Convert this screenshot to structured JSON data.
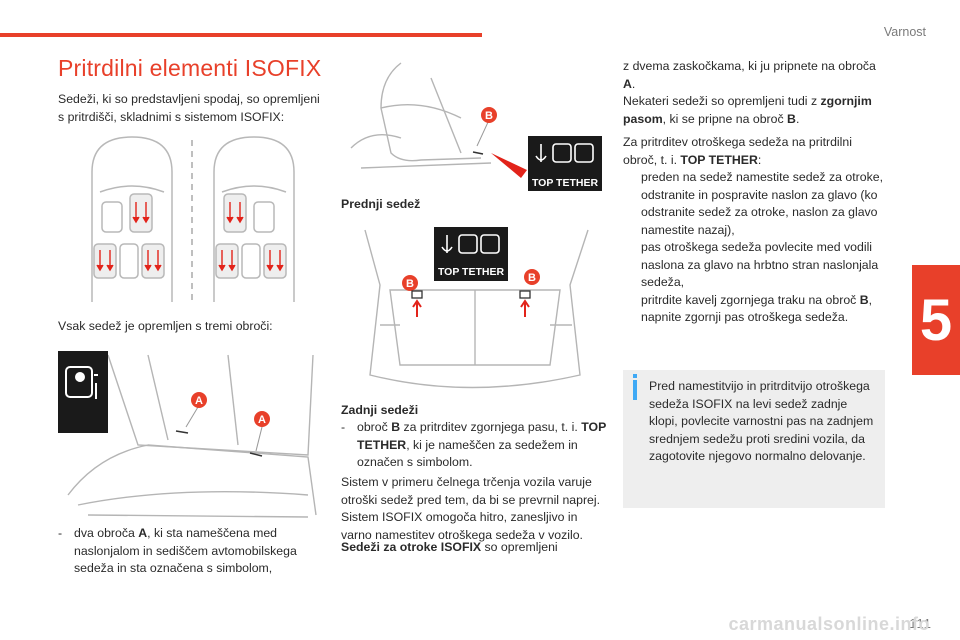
{
  "header": {
    "section": "Varnost",
    "chapter": "5",
    "page_number": "111"
  },
  "title": "Pritrdilni elementi ISOFIX",
  "col1": {
    "intro": "Sedeži, ki so predstavljeni spodaj, so opremljeni s pritrdišči, skladnimi s sistemom ISOFIX:",
    "rings_line": "Vsak sedež je opremljen s tremi obroči:",
    "item_a_1": "dva obroča ",
    "item_a_bold": "A",
    "item_a_2": ", ki sta nameščena med naslonjalom in sediščem avtomobilskega sedeža in sta označena s simbolom,"
  },
  "col2": {
    "front_label": "Prednji sedež",
    "rear_label": "Zadnji sedeži",
    "item_b_1": "obroč ",
    "item_b_bold": "B",
    "item_b_2": " za pritrditev zgornjega pasu, t. i. ",
    "item_b_bold2": "TOP TETHER",
    "item_b_3": ", ki je nameščen za sedežem in označen s simbolom.",
    "para_1": "Sistem v primeru čelnega trčenja vozila varuje otroški sedež pred tem, da bi se prevrnil naprej. Sistem ISOFIX omogoča hitro, zanesljivo in varno namestitev otroškega sedeža v vozilo.",
    "para_2_bold": "Sedeži za otroke ISOFIX",
    "para_2": " so opremljeni"
  },
  "col3": {
    "cont_1": "z dvema zaskočkama, ki ju pripnete na obroča ",
    "cont_1_bold": "A",
    "cont_1_end": ".",
    "cont_2": "Nekateri sedeži so opremljeni tudi z ",
    "cont_2_bold": "zgornjim pasom",
    "cont_2_b": ", ki se pripne na obroč ",
    "cont_2_bold2": "B",
    "cont_2_end": ".",
    "tt_intro": "Za pritrditev otroškega sedeža na pritrdilni obroč, t. i. ",
    "tt_bold": "TOP TETHER",
    "tt_end": ":",
    "bullets": [
      "preden na sedež namestite sedež za otroke, odstranite in pospravite naslon za glavo (ko odstranite sedež za otroke, naslon za glavo namestite nazaj),",
      "pas otroškega sedeža povlecite med vodili naslona za glavo na hrbtno stran naslonjala sedeža,",
      "pritrdite kavelj zgornjega traku na obroč ",
      "napnite zgornji pas otroškega sedeža."
    ],
    "bullet3_bold": "B",
    "bullet3_end": ",",
    "bullet_mark": "",
    "info": "Pred namestitvijo in pritrditvijo otroškega sedeža ISOFIX na levi sedež zadnje klopi, povlecite varnostni pas na zadnjem srednjem sedežu proti sredini vozila, da zagotovite njegovo normalno delovanje."
  },
  "figures": {
    "label_a": "A",
    "label_b": "B",
    "top_tether": "TOP TETHER"
  },
  "colors": {
    "accent": "#e8402a",
    "info": "#3fa9f5",
    "arrow_red": "#e2231a"
  },
  "watermark": "carmanualsonline.info"
}
